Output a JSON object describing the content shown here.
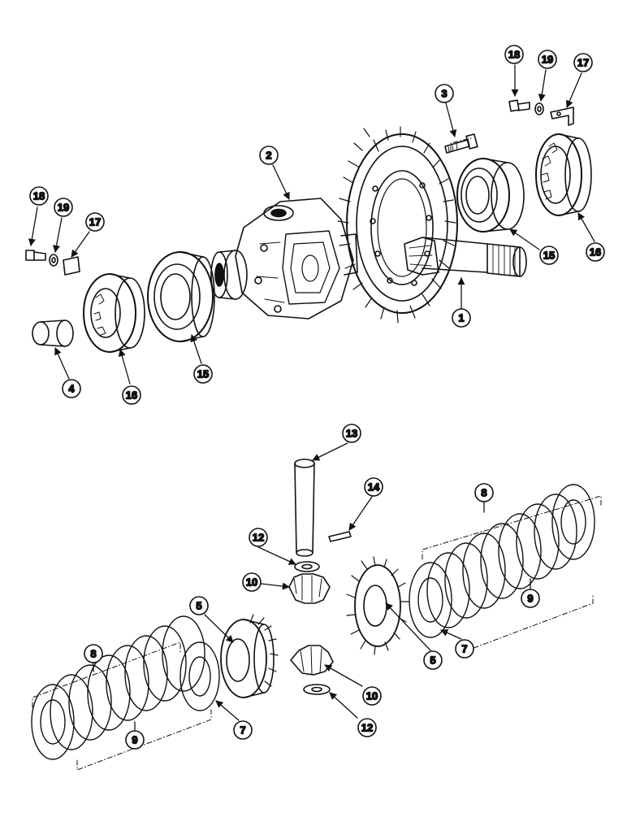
{
  "colors": {
    "ink": "#111111",
    "paper": "#ffffff"
  },
  "callouts": {
    "c1": "1",
    "c2": "2",
    "c3": "3",
    "c4": "4",
    "c5a": "5",
    "c5b": "5",
    "c7a": "7",
    "c7b": "7",
    "c8a": "8",
    "c8b": "8",
    "c9a": "9",
    "c9b": "9",
    "c10a": "10",
    "c10b": "10",
    "c12a": "12",
    "c12b": "12",
    "c13": "13",
    "c14": "14",
    "c15a": "15",
    "c15b": "15",
    "c16a": "16",
    "c16b": "16",
    "c17a": "17",
    "c17b": "17",
    "c18a": "18",
    "c18b": "18",
    "c19a": "19",
    "c19b": "19"
  }
}
